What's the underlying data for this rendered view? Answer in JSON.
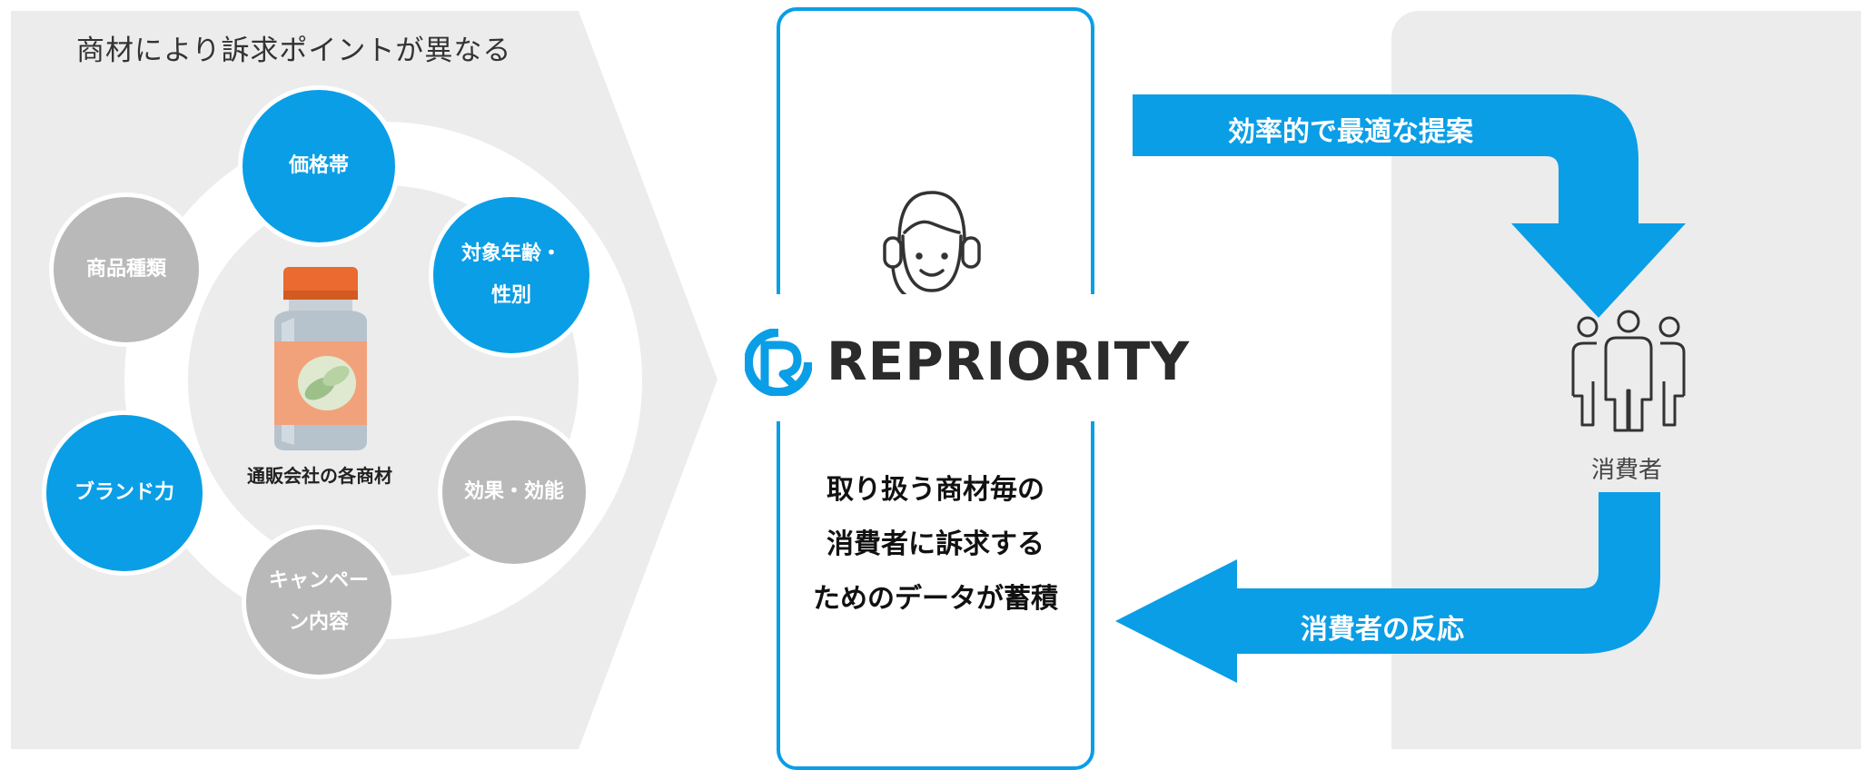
{
  "left_panel": {
    "title": "商材により訴求ポイントが異なる",
    "center_label": "通販会社の各商材",
    "factors": [
      {
        "label": "価格帯",
        "color": "blue"
      },
      {
        "label": "対象年齢・\n性別",
        "color": "blue"
      },
      {
        "label": "効果・効能",
        "color": "gray"
      },
      {
        "label": "キャンペー\nン内容",
        "color": "gray"
      },
      {
        "label": "ブランド力",
        "color": "blue"
      },
      {
        "label": "商品種類",
        "color": "gray"
      }
    ]
  },
  "center_panel": {
    "brand": "REPRIORITY",
    "description": [
      "取り扱う商材毎の",
      "消費者に訴求する",
      "ためのデータが蓄積"
    ]
  },
  "flow": {
    "top_arrow_label": "効率的で最適な提案",
    "bottom_arrow_label": "消費者の反応",
    "consumer_label": "消費者"
  },
  "colors": {
    "accent_blue": "#0a9ee6",
    "gray_circle": "#b9b9b9",
    "panel_bg": "#ececec"
  },
  "icons": [
    "operator-headset-icon",
    "repriority-logo-mark",
    "consumers-group-icon",
    "supplement-bottle-icon"
  ]
}
